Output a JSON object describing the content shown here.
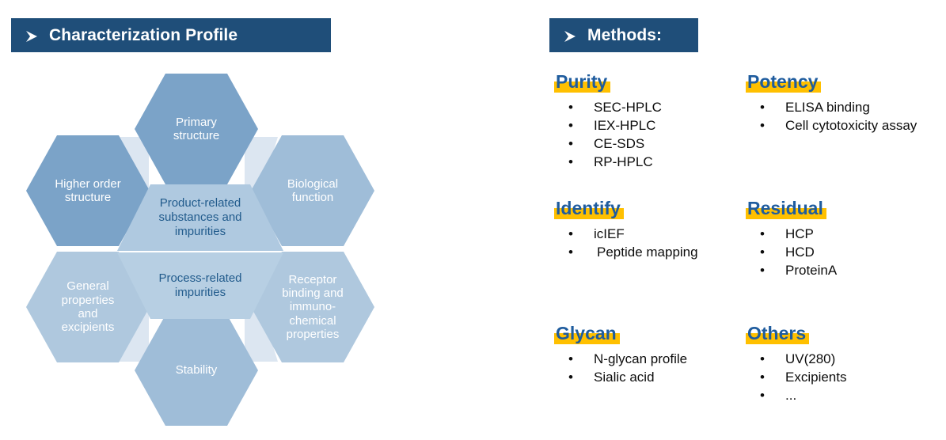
{
  "colors": {
    "banner_bg": "#1F4E79",
    "banner_text": "#FFFFFF",
    "highlight": "#FFC000",
    "title_blue": "#1F5C9E",
    "hex_dark": "#7BA3C8",
    "hex_mid": "#9FBDD8",
    "hex_light": "#AFC8DE",
    "hex_pale": "#DCE6F1",
    "hex_core_text": "#215B8C",
    "body_text": "#0D0D0D"
  },
  "banners": {
    "left": {
      "icon": "arrow-bullet-icon",
      "title": "Characterization Profile"
    },
    "right": {
      "icon": "arrow-bullet-icon",
      "title": "Methods:"
    }
  },
  "diagram": {
    "name": "characterization-profile-hexagon-diagram",
    "outer_hexagons": [
      {
        "id": "primary-structure",
        "label": "Primary\nstructure",
        "shade": "dark"
      },
      {
        "id": "higher-order-structure",
        "label": "Higher order\nstructure",
        "shade": "dark"
      },
      {
        "id": "biological-function",
        "label": "Biological\nfunction",
        "shade": "mid"
      },
      {
        "id": "general-properties",
        "label": "General\nproperties\nand\nexcipients",
        "shade": "light"
      },
      {
        "id": "receptor-binding",
        "label": "Receptor\nbinding and\nimmuno-\nchemical\nproperties",
        "shade": "light"
      },
      {
        "id": "stability",
        "label": "Stability",
        "shade": "mid"
      }
    ],
    "core_hexagon": {
      "top_half": "Product-related\nsubstances and\nimpurities",
      "bottom_half": "Process-related\nimpurities"
    }
  },
  "methods": [
    {
      "id": "purity",
      "title": "Purity",
      "items": [
        {
          "text": "SEC-HPLC",
          "indent": false
        },
        {
          "text": "IEX-HPLC",
          "indent": false
        },
        {
          "text": "CE-SDS",
          "indent": false
        },
        {
          "text": "RP-HPLC",
          "indent": false
        }
      ]
    },
    {
      "id": "potency",
      "title": "Potency",
      "items": [
        {
          "text": "ELISA binding",
          "indent": false
        },
        {
          "text": "Cell cytotoxicity assay",
          "indent": false
        }
      ]
    },
    {
      "id": "identify",
      "title": "Identify",
      "items": [
        {
          "text": "icIEF",
          "indent": false
        },
        {
          "text": "Peptide mapping",
          "indent": true
        }
      ]
    },
    {
      "id": "residual",
      "title": "Residual",
      "items": [
        {
          "text": "HCP",
          "indent": false
        },
        {
          "text": "HCD",
          "indent": false
        },
        {
          "text": "ProteinA",
          "indent": false
        }
      ]
    },
    {
      "id": "glycan",
      "title": "Glycan",
      "items": [
        {
          "text": "N-glycan profile",
          "indent": false
        },
        {
          "text": "Sialic acid",
          "indent": false
        }
      ]
    },
    {
      "id": "others",
      "title": "Others",
      "items": [
        {
          "text": "UV(280)",
          "indent": false
        },
        {
          "text": "Excipients",
          "indent": false
        },
        {
          "text": "...",
          "indent": false
        }
      ]
    }
  ],
  "bullet_glyph": "•"
}
